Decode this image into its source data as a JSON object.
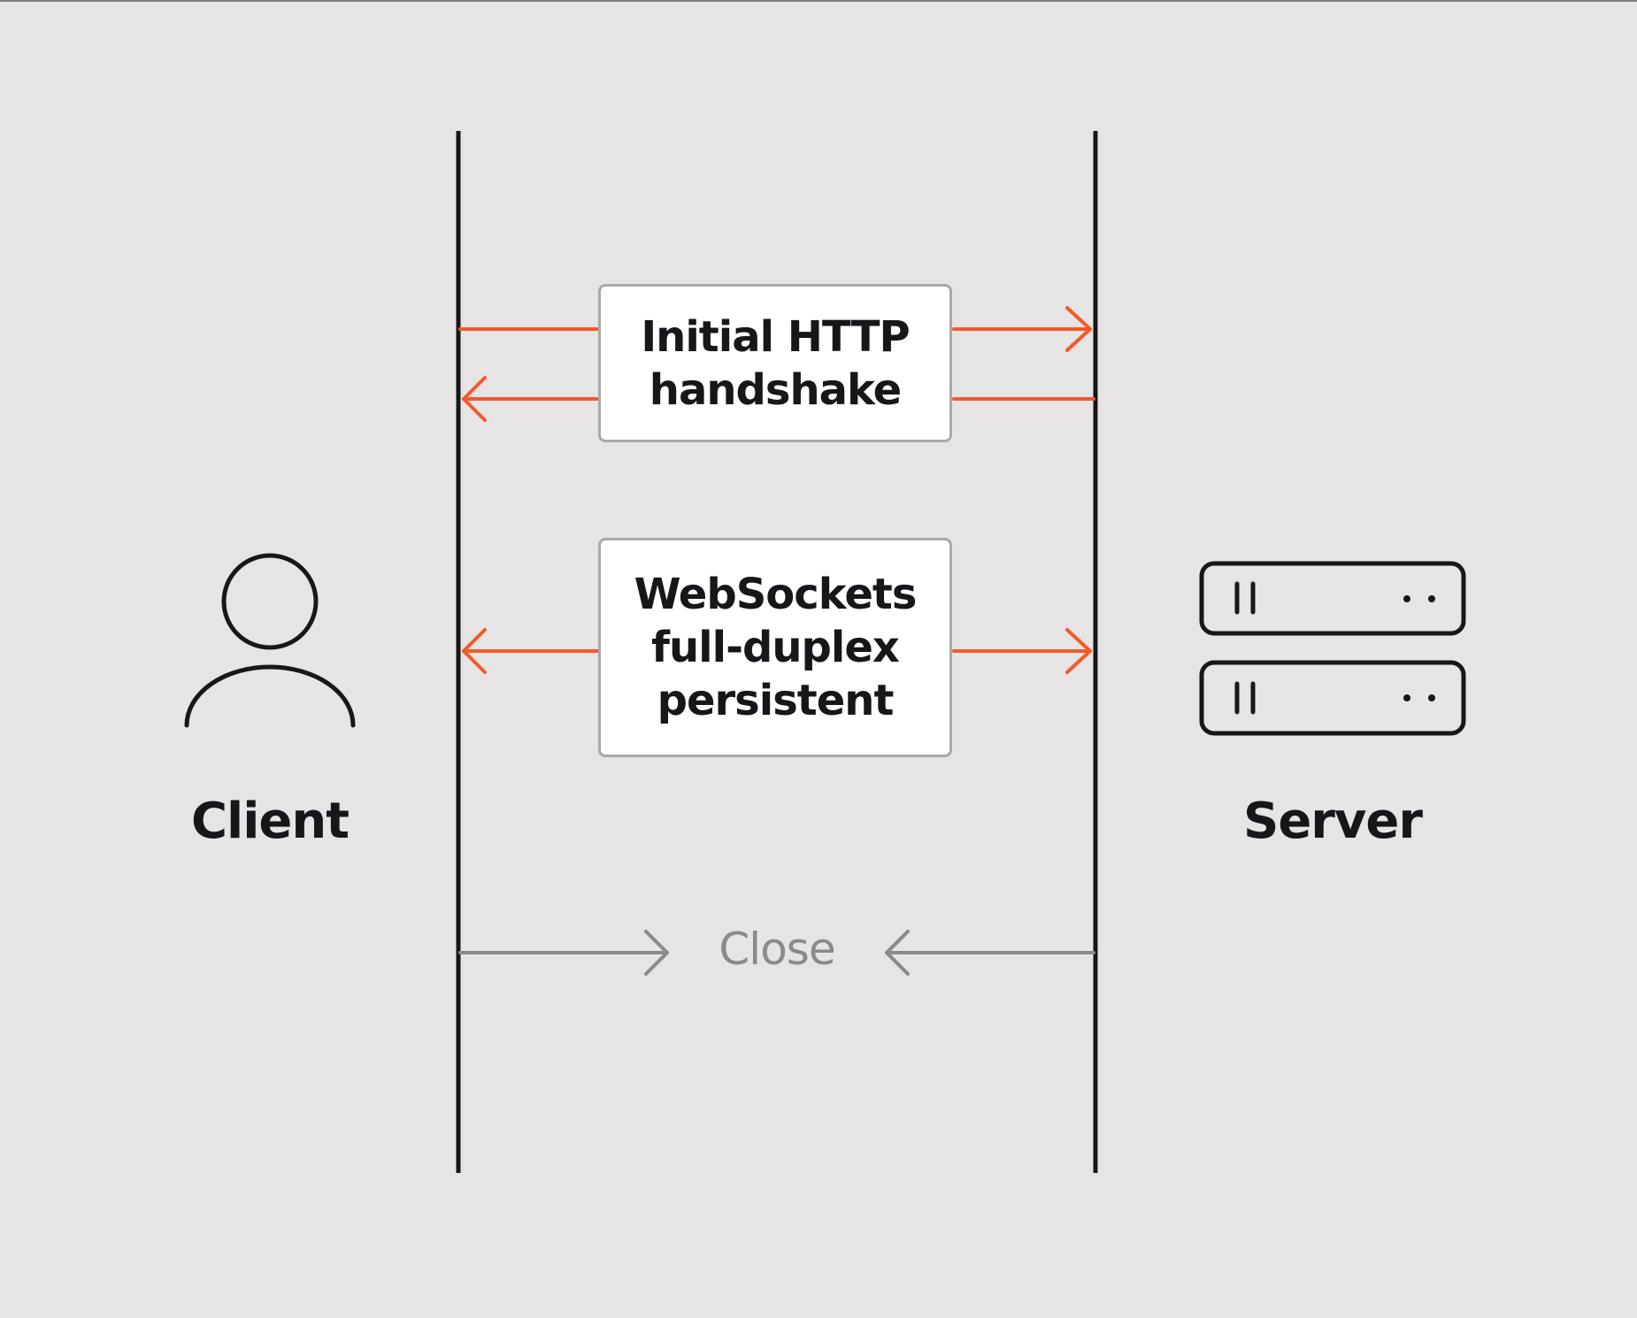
{
  "diagram": {
    "client_label": "Client",
    "server_label": "Server",
    "handshake_lines": [
      "Initial HTTP",
      "handshake"
    ],
    "websocket_lines": [
      "WebSockets",
      "full-duplex",
      "persistent"
    ],
    "close_label": "Close"
  },
  "colors": {
    "background": "#e6e4e4",
    "accent_arrow": "#f25a2a",
    "close_arrow": "#8a8a8a",
    "ink": "#17171b"
  },
  "icons": {
    "client": "user-icon",
    "server": "server-icon"
  }
}
